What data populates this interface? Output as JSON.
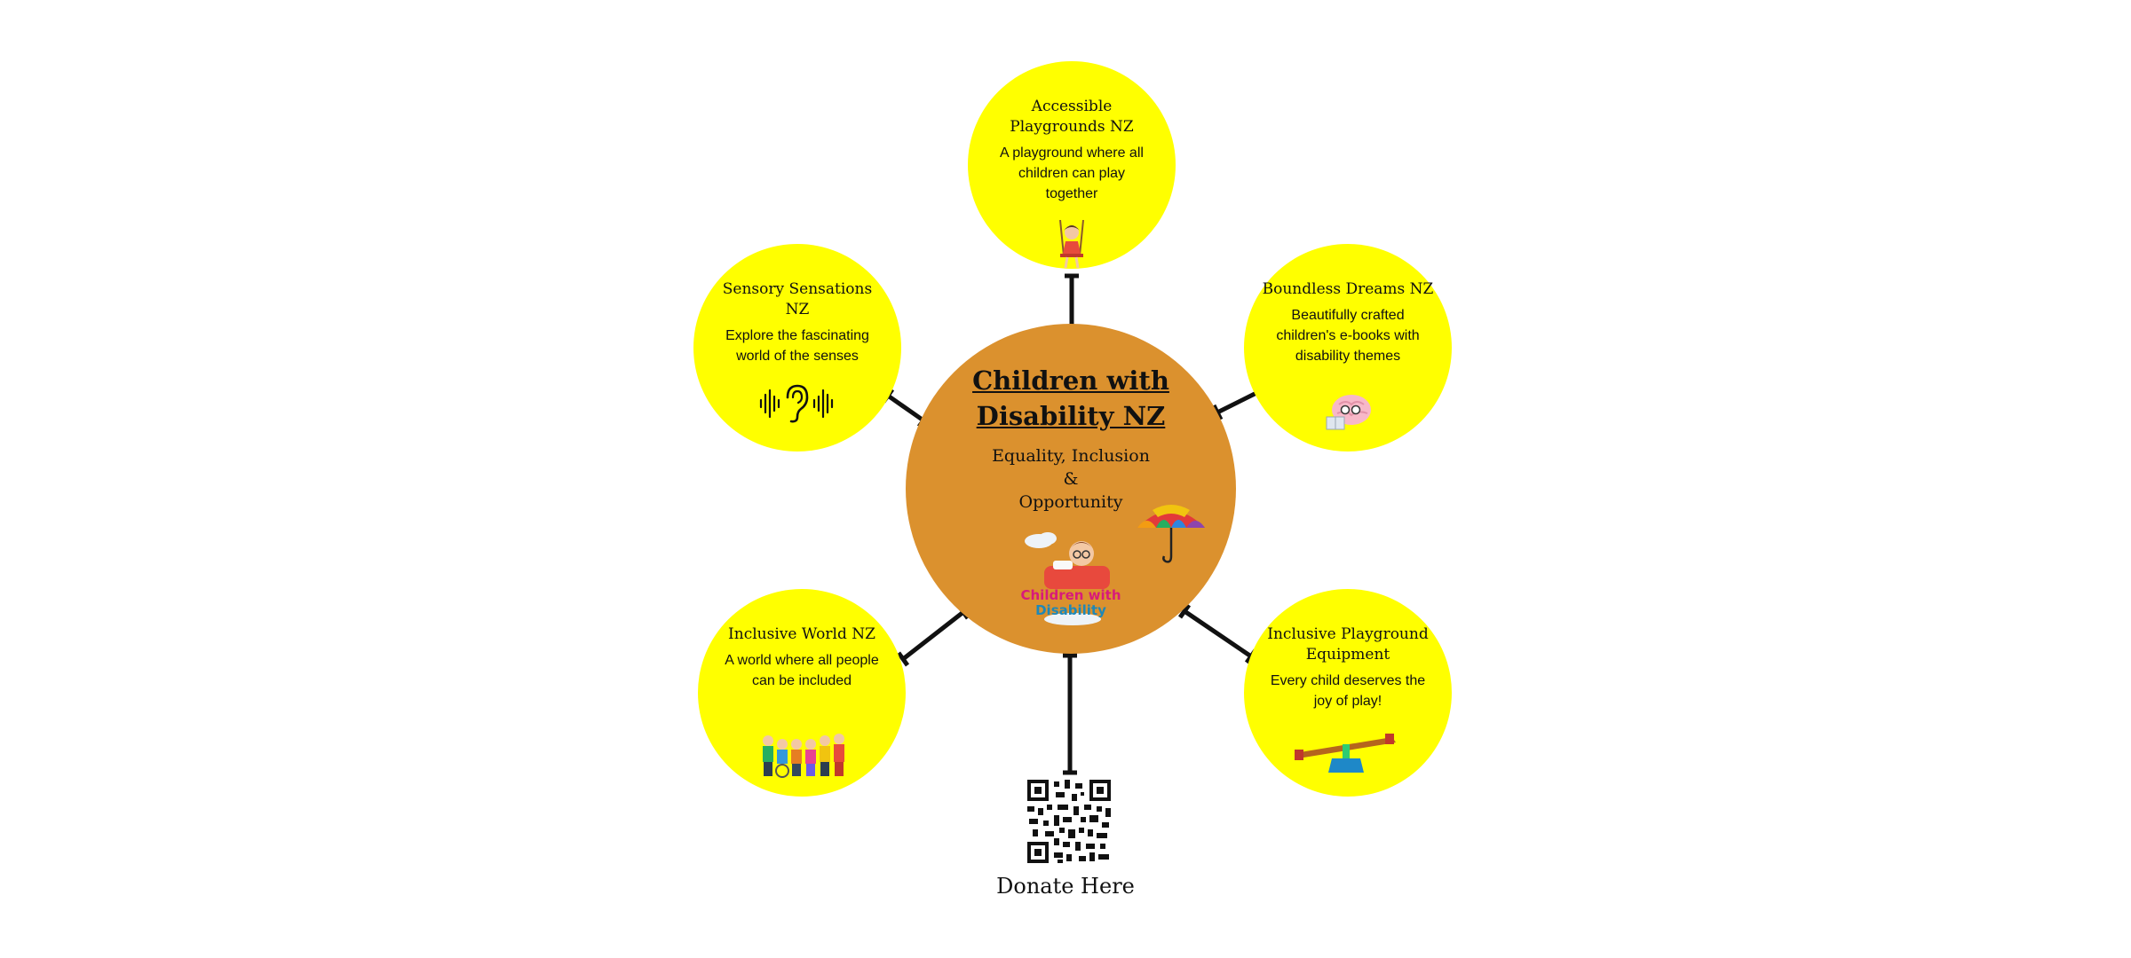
{
  "center": {
    "title": "Children with Disability NZ",
    "subtitle_line1": "Equality, Inclusion",
    "subtitle_line2": "&",
    "subtitle_line3": "Opportunity",
    "logo_text_line1": "Children with",
    "logo_text_line2": "Disability"
  },
  "nodes": {
    "playgrounds": {
      "title": "Accessible Playgrounds NZ",
      "description": "A playground where all children can play together",
      "icon": "girl-on-swing-icon"
    },
    "dreams": {
      "title": "Boundless Dreams NZ",
      "description": "Beautifully crafted children's e-books with disability themes",
      "icon": "brain-reading-icon"
    },
    "equipment": {
      "title": "Inclusive Playground Equipment",
      "description": "Every child deserves the joy of play!",
      "icon": "seesaw-icon"
    },
    "world": {
      "title": "Inclusive World NZ",
      "description": "A world where all people can be included",
      "icon": "group-of-children-icon"
    },
    "sensory": {
      "title": "Sensory Sensations NZ",
      "description": "Explore the fascinating world of the senses",
      "icon": "ear-sound-icon"
    }
  },
  "donate": {
    "label": "Donate Here",
    "icon": "qr-code-icon"
  },
  "colors": {
    "center_fill": "#db912e",
    "node_fill": "#ffff00",
    "connector": "#111111"
  }
}
